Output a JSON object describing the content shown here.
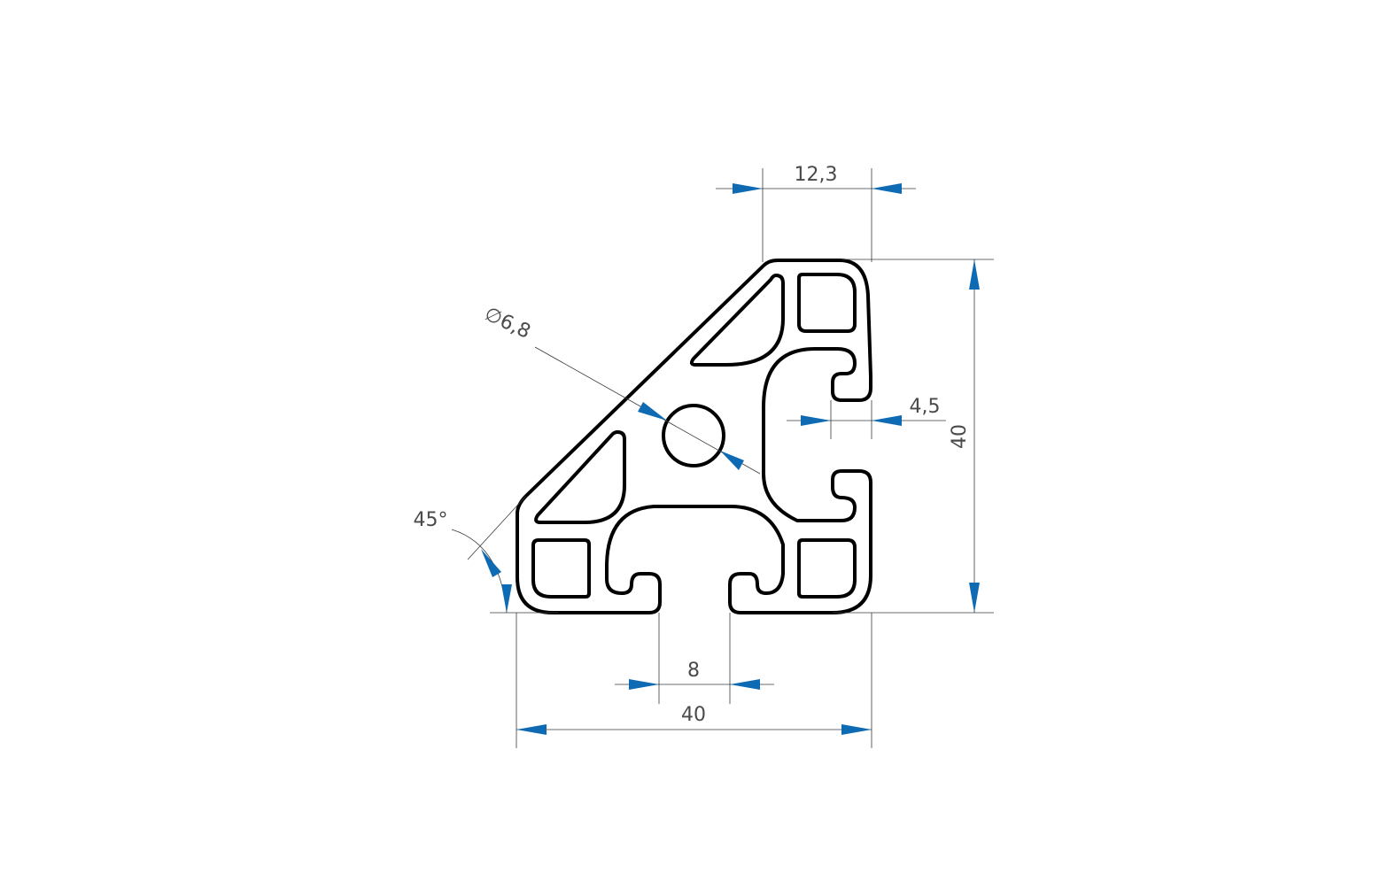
{
  "colors": {
    "profile": "#000000",
    "dimension_line": "#3a3a3a",
    "arrow": "#0f6ab4",
    "text": "#4a4a4a"
  },
  "dimensions": {
    "slot_top": "12,3",
    "bore": "∅6,8",
    "slot_side": "4,5",
    "height": "40",
    "angle": "45°",
    "slot_bottom": "8",
    "width": "40"
  }
}
